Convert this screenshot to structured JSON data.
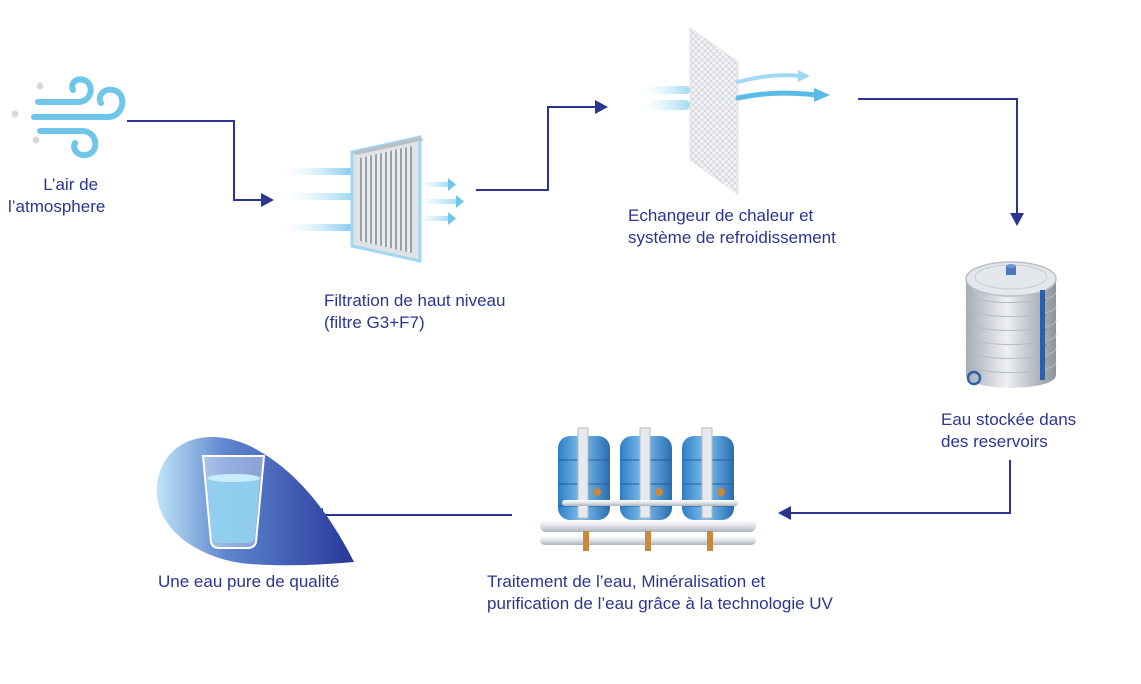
{
  "steps": {
    "air": {
      "line1": "L’air de",
      "line2": "l’atmosphere",
      "icon": "wind-icon"
    },
    "filtration": {
      "line1": "Filtration de haut niveau",
      "line2": "(filtre G3+F7)",
      "icon": "air-filter-icon"
    },
    "exchanger": {
      "line1": "Echangeur de chaleur et",
      "line2": "système de refroidissement",
      "icon": "heat-exchanger-icon"
    },
    "storage": {
      "line1": "Eau stockée dans",
      "line2": "des reservoirs",
      "icon": "water-tank-icon"
    },
    "treatment": {
      "line1": "Traitement de l’eau, Minéralisation et",
      "line2": "purification de l’eau grâce à la technologie UV",
      "icon": "treatment-tanks-icon"
    },
    "result": {
      "line1": "Une eau pure de qualité",
      "icon": "water-glass-icon"
    }
  },
  "colors": {
    "text": "#2b3590",
    "connector": "#2b3590",
    "light_blue": "#6ec6ea",
    "drop_dark": "#2a3a9a",
    "drop_light": "#bde3f6"
  }
}
